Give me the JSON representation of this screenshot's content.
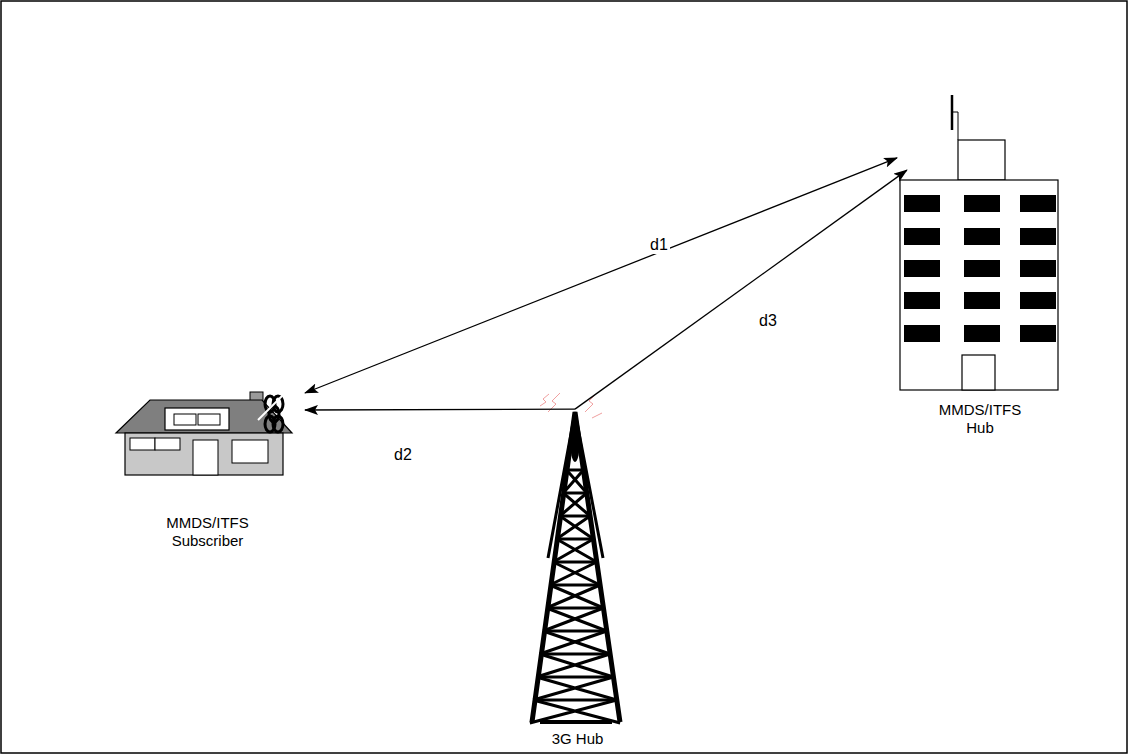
{
  "diagram": {
    "nodes": [
      {
        "text": [
          "MMDS/ITFS Subscriber"
        ]
      },
      {
        "text": [
          "3G Hub"
        ]
      },
      {
        "text": [
          "MMDS/ITFS Hub"
        ]
      }
    ],
    "edges": [
      {
        "from": 2,
        "to": 0,
        "arrow": "both",
        "label": "d1"
      },
      {
        "from": 1,
        "to": 0,
        "arrow": "to",
        "label": "d2"
      },
      {
        "from": 1,
        "to": 2,
        "arrow": "to",
        "label": "d3"
      }
    ]
  }
}
